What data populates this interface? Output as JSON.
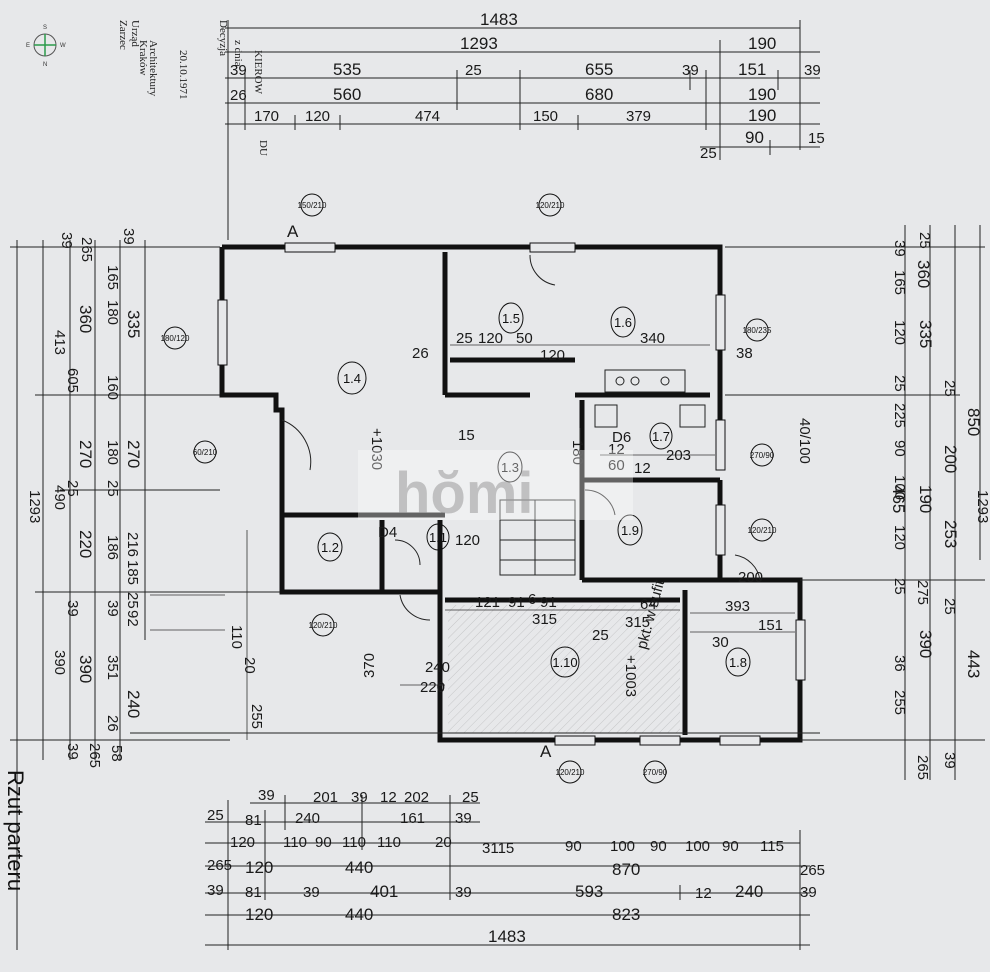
{
  "compass": {
    "s": "S",
    "e": "E",
    "w": "W",
    "n": "N"
  },
  "title": "Rzut parteru",
  "watermark": "hŏmi",
  "section_marks": {
    "top": "A",
    "bottom": "A"
  },
  "stamp_lines": [
    "Zarzec",
    "Urząd",
    "Decyzja",
    "z dnia",
    "KIEROW",
    "DU",
    "Kraków",
    "Architektury",
    "20.10.1971"
  ],
  "top_dims": {
    "r1": [
      "1483"
    ],
    "r2": [
      "1293",
      "190"
    ],
    "r3": [
      "39",
      "535",
      "25",
      "655",
      "39",
      "151",
      "39"
    ],
    "r4": [
      "26",
      "560",
      "680",
      "190"
    ],
    "r5": [
      "170",
      "120",
      "474",
      "150",
      "379",
      "190"
    ],
    "r6": [
      "25",
      "90",
      "15"
    ]
  },
  "bottom_dims": {
    "r1": [
      "39",
      "201",
      "39",
      "12",
      "202",
      "25"
    ],
    "r2": [
      "25",
      "81",
      "240",
      "161",
      "39"
    ],
    "r3": [
      "120",
      "110",
      "90",
      "110",
      "110",
      "20",
      "3115",
      "90",
      "100",
      "90",
      "100",
      "90",
      "115"
    ],
    "r4": [
      "265",
      "120",
      "440",
      "870",
      "265"
    ],
    "r5": [
      "39",
      "81",
      "39",
      "401",
      "39",
      "593",
      "12",
      "240",
      "39"
    ],
    "r6": [
      "120",
      "440",
      "823"
    ],
    "r7": [
      "1483"
    ]
  },
  "left_dims": {
    "a": [
      "39",
      "265",
      "39"
    ],
    "b": [
      "1293",
      "413",
      "490",
      "390"
    ],
    "c": [
      "165",
      "180",
      "160",
      "180",
      "25",
      "186",
      "39",
      "351",
      "26"
    ],
    "d": [
      "360",
      "270",
      "220",
      "390"
    ],
    "e": [
      "335",
      "605",
      "270",
      "216",
      "185",
      "92",
      "240"
    ],
    "f": [
      "25",
      "25",
      "39",
      "39",
      "265",
      "58"
    ]
  },
  "right_dims": {
    "a": [
      "39",
      "25",
      "165",
      "120",
      "25",
      "225",
      "90",
      "100",
      "120",
      "25",
      "275",
      "36",
      "255"
    ],
    "b": [
      "335",
      "360",
      "25",
      "200",
      "190",
      "253",
      "25",
      "390",
      "39"
    ],
    "c": [
      "850",
      "465",
      "443",
      "265"
    ],
    "d": [
      "1293"
    ]
  },
  "rooms": [
    {
      "id": "1.1",
      "label": "1.1"
    },
    {
      "id": "1.2",
      "label": "1.2"
    },
    {
      "id": "1.3",
      "label": "1.3"
    },
    {
      "id": "1.4",
      "label": "1.4"
    },
    {
      "id": "1.5",
      "label": "1.5"
    },
    {
      "id": "1.6",
      "label": "1.6"
    },
    {
      "id": "1.7",
      "label": "1.7"
    },
    {
      "id": "1.8",
      "label": "1.8"
    },
    {
      "id": "1.9",
      "label": "1.9"
    },
    {
      "id": "1.10",
      "label": "1.10"
    }
  ],
  "windows": [
    "150/210",
    "120/210",
    "180/120",
    "180/235",
    "60/210",
    "270/90",
    "120/210",
    "120/210",
    "120/210",
    "270/90"
  ],
  "interior_notes": [
    "D4",
    "D6",
    "120",
    "200",
    "315",
    "315",
    "393",
    "151",
    "30",
    "240",
    "220",
    "370",
    "40/100",
    "+1030",
    "+1003",
    "pkt. w sufit"
  ],
  "interior_dims": [
    "25",
    "120",
    "50",
    "340",
    "120",
    "26",
    "38",
    "180",
    "15",
    "12",
    "203",
    "60",
    "12",
    "121",
    "91",
    "6",
    "91",
    "64",
    "25",
    "110",
    "20",
    "255"
  ]
}
